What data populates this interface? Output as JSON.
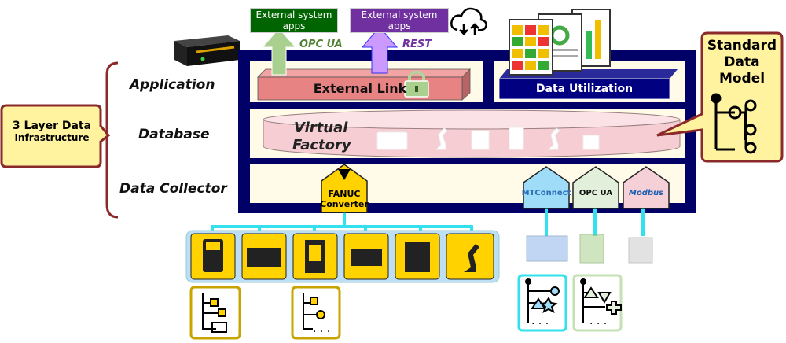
{
  "infrastructure_label": {
    "line1": "3 Layer Data",
    "line2": "Infrastructure"
  },
  "layers": {
    "application": "Application",
    "database": "Database",
    "collector": "Data Collector"
  },
  "external_apps": [
    {
      "label": "External system apps",
      "protocol": "OPC UA",
      "color": "#006400"
    },
    {
      "label": "External system apps",
      "protocol": "REST",
      "color": "#7030a0"
    }
  ],
  "external_link": "External Link",
  "data_utilization": "Data Utilization",
  "virtual_factory": {
    "line1": "Virtual",
    "line2": "Factory"
  },
  "standard_model": {
    "line1": "Standard",
    "line2": "Data",
    "line3": "Model"
  },
  "fanuc_converter": {
    "line1": "FANUC",
    "line2": "Converter"
  },
  "protocol_adapters": [
    {
      "label": "MTConnect",
      "color": "#9fdcf8"
    },
    {
      "label": "OPC UA",
      "color": "#e2efda"
    },
    {
      "label": "Modbus",
      "color": "#f5d0d6"
    }
  ],
  "colors": {
    "frame": "#000066",
    "panel": "#fffbe8",
    "accent_yellow": "#ffd200",
    "bracket": "#8b2a2a",
    "cyan": "#33e0ee"
  },
  "icons": [
    "cloud-sync-icon",
    "lock-icon",
    "tree-model-icon",
    "cnc-machine-icon",
    "robot-arm-icon",
    "camera-icon"
  ]
}
